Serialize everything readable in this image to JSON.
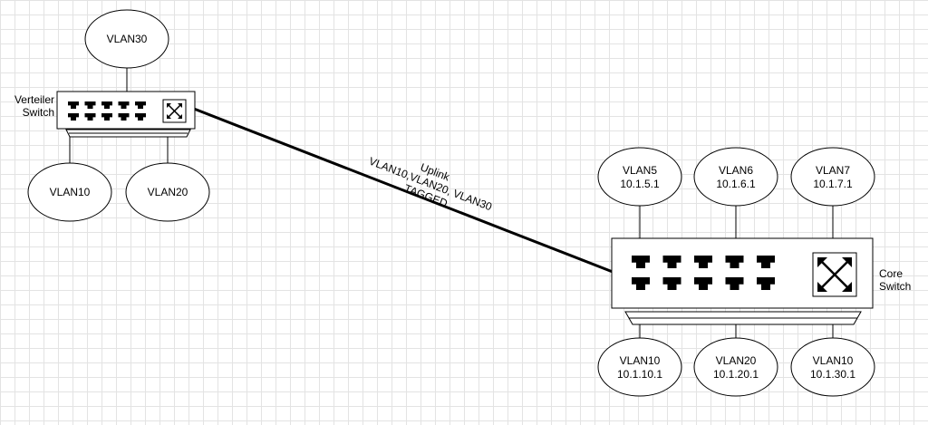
{
  "distribution_switch": {
    "label_line1": "Verteiler",
    "label_line2": "Switch",
    "icon": "switch-arrows-icon"
  },
  "core_switch": {
    "label_line1": "Core",
    "label_line2": "Switch",
    "icon": "switch-arrows-icon"
  },
  "uplink": {
    "line1": "Uplink",
    "line2": "VLAN10,VLAN20, VLAN30",
    "line3": "TAGGED"
  },
  "distribution_vlans": {
    "top": {
      "name": "VLAN30"
    },
    "bottom_left": {
      "name": "VLAN10"
    },
    "bottom_right": {
      "name": "VLAN20"
    }
  },
  "core_vlans_top": [
    {
      "name": "VLAN5",
      "ip": "10.1.5.1"
    },
    {
      "name": "VLAN6",
      "ip": "10.1.6.1"
    },
    {
      "name": "VLAN7",
      "ip": "10.1.7.1"
    }
  ],
  "core_vlans_bottom": [
    {
      "name": "VLAN10",
      "ip": "10.1.10.1"
    },
    {
      "name": "VLAN20",
      "ip": "10.1.20.1"
    },
    {
      "name": "VLAN10",
      "ip": "10.1.30.1"
    }
  ]
}
